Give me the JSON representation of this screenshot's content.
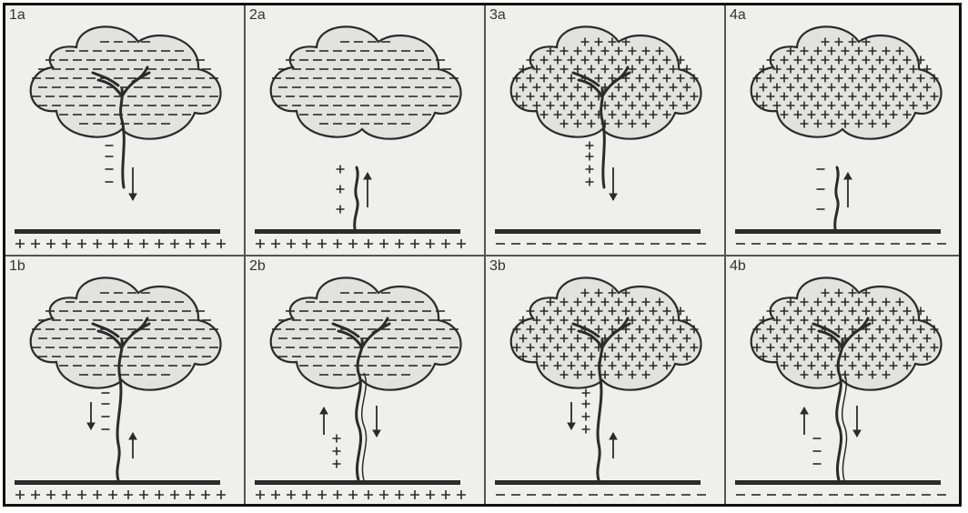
{
  "panels": [
    {
      "id": "1a",
      "label": "1a",
      "cloud_charge": "-",
      "ground_charge": "+",
      "bolt": "stepped-leader-down"
    },
    {
      "id": "2a",
      "label": "2a",
      "cloud_charge": "-",
      "ground_charge": "+",
      "bolt": "upward-streamer"
    },
    {
      "id": "3a",
      "label": "3a",
      "cloud_charge": "+",
      "ground_charge": "-",
      "bolt": "stepped-leader-down"
    },
    {
      "id": "4a",
      "label": "4a",
      "cloud_charge": "+",
      "ground_charge": "-",
      "bolt": "upward-streamer"
    },
    {
      "id": "1b",
      "label": "1b",
      "cloud_charge": "-",
      "ground_charge": "+",
      "bolt": "leader-meets-streamer"
    },
    {
      "id": "2b",
      "label": "2b",
      "cloud_charge": "-",
      "ground_charge": "+",
      "bolt": "bidirectional"
    },
    {
      "id": "3b",
      "label": "3b",
      "cloud_charge": "+",
      "ground_charge": "-",
      "bolt": "leader-meets-streamer"
    },
    {
      "id": "4b",
      "label": "4b",
      "cloud_charge": "+",
      "ground_charge": "-",
      "bolt": "bidirectional"
    }
  ],
  "colors": {
    "ink": "#2b2b2b",
    "cloud_fill": "#e2e2df",
    "panel_bg": "#efefed"
  }
}
